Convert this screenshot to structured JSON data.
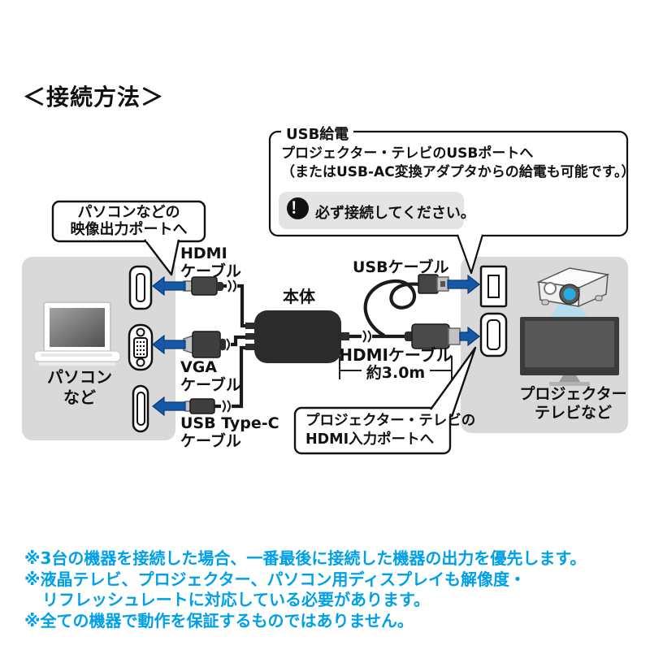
{
  "title": "＜接続方法＞",
  "usb_power_callout": {
    "legend": "USB給電",
    "line1": "プロジェクター・テレビのUSBポートへ",
    "line2": "（またはUSB-AC変換アダプタからの給電も可能です。）",
    "warning_icon": "！",
    "warning_text": "必ず接続してください。"
  },
  "left_callout": {
    "line1": "パソコンなどの",
    "line2": "映像出力ポートへ"
  },
  "right_callout": {
    "line1": "プロジェクター・テレビの",
    "line2": "HDMI入力ポートへ"
  },
  "labels": {
    "hdmi_cable_left_1": "HDMI",
    "hdmi_cable_left_2": "ケーブル",
    "usb_cable": "USBケーブル",
    "main_unit": "本体",
    "vga_cable_1": "VGA",
    "vga_cable_2": "ケーブル",
    "hdmi_cable_right": "HDMIケーブル",
    "cable_length": "約3.0m",
    "usbc_cable_1": "USB Type-C",
    "usbc_cable_2": "ケーブル",
    "pc_1": "パソコン",
    "pc_2": "など",
    "display_1": "プロジェクター",
    "display_2": "テレビなど"
  },
  "notes": [
    "※3台の機器を接続した場合、一番最後に接続した機器の出力を優先します。",
    "※液晶テレビ、プロジェクター、パソコン用ディスプレイも解像度・",
    "リフレッシュレートに対応している必要があります。",
    "※全ての機器で動作を保証するものではありません。"
  ],
  "colors": {
    "note_blue": "#00a0e9",
    "arrow_blue": "#1558a7",
    "panel_gray": "#d9d9d9"
  }
}
